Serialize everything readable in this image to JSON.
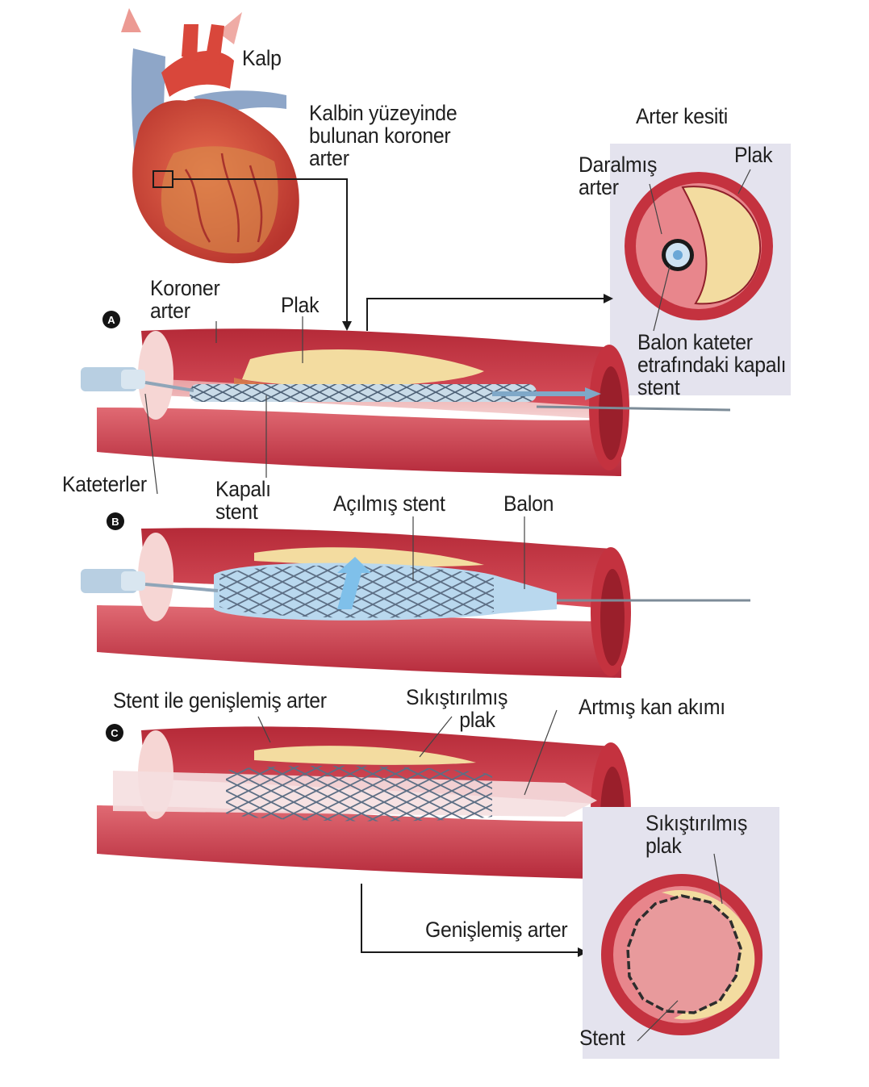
{
  "labels": {
    "kalp": "Kalp",
    "coronary_surface": [
      "Kalbin yüzeyinde",
      "bulunan koroner",
      "arter"
    ],
    "arter_kesiti": "Arter kesiti",
    "daralmis_arter": [
      "Daralmış",
      "arter"
    ],
    "plak_top": "Plak",
    "koroner_arter": [
      "Koroner",
      "arter"
    ],
    "plak_a": "Plak",
    "balon_kateter": [
      "Balon kateter",
      "etrafındaki kapalı",
      "stent"
    ],
    "kateterler": "Kateterler",
    "kapali_stent": [
      "Kapalı",
      "stent"
    ],
    "acilmis_stent": "Açılmış stent",
    "balon": "Balon",
    "stent_genislemis": "Stent ile genişlemiş arter",
    "sikistirilmis_plak_c": [
      "Sıkıştırılmış",
      "plak"
    ],
    "artmis_kan_akimi": "Artmış kan akımı",
    "sikistirilmis_plak_bottom": [
      "Sıkıştırılmış",
      "plak"
    ],
    "genislemis_arter": "Genişlemiş arter",
    "stent": "Stent"
  },
  "steps": {
    "a": "A",
    "b": "B",
    "c": "C"
  },
  "colors": {
    "artery_wall": "#c4323f",
    "artery_dark": "#9a1f2b",
    "artery_light": "#e8868c",
    "plaque": "#f3dca0",
    "stent": "#4f6277",
    "balloon": "#b9d8ee",
    "inset_bg": "#e4e3ee",
    "heart": "#d9473b",
    "vessel_blue": "#8ea6c8"
  }
}
